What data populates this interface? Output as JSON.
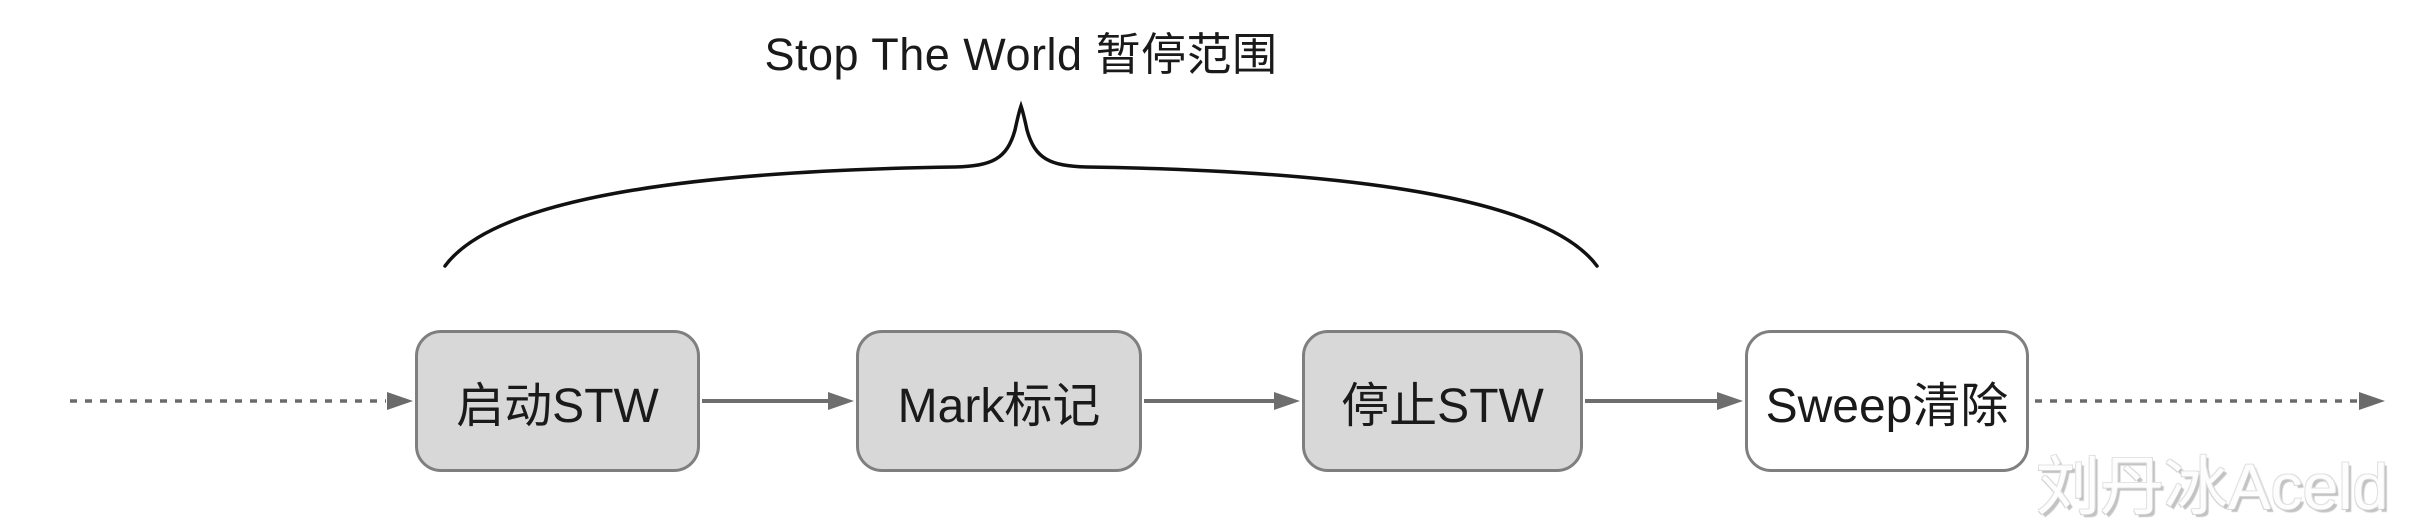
{
  "diagram": {
    "title": "Stop The World 暂停范围",
    "watermark": "刘丹冰Aceld",
    "nodes": [
      {
        "label": "启动STW",
        "filled": true
      },
      {
        "label": "Mark标记",
        "filled": true
      },
      {
        "label": "停止STW",
        "filled": true
      },
      {
        "label": "Sweep清除",
        "filled": false
      }
    ],
    "colors": {
      "node_fill": "#d8d8d8",
      "node_border": "#7f7f7f",
      "arrow": "#6e6e6e",
      "brace": "#111111",
      "title_text": "#1a1a1a",
      "watermark_shadow": "#c3c3c3",
      "background": "#ffffff"
    }
  }
}
